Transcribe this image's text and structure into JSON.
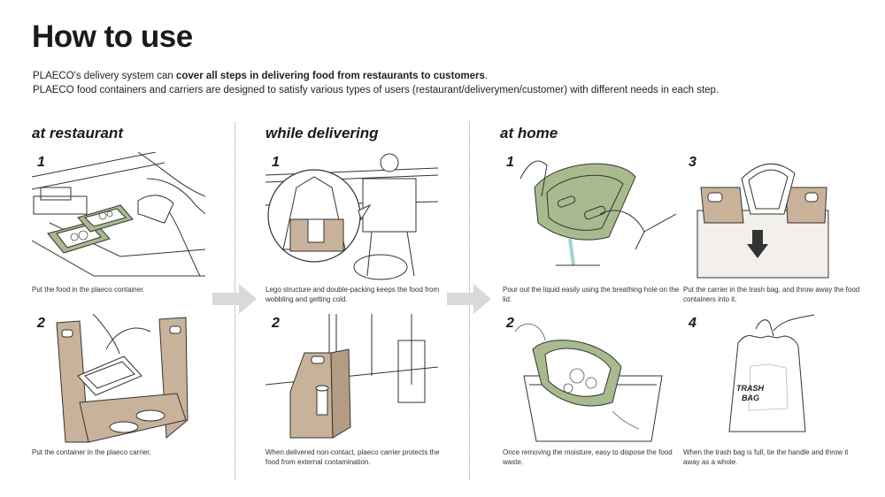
{
  "title": "How to use",
  "intro": {
    "line1_prefix": "PLAECO's delivery system can ",
    "line1_bold": "cover all steps in delivering food from restaurants to customers",
    "line1_suffix": ".",
    "line2": "PLAECO food containers and carriers are designed to satisfy various types of users (restaurant/deliverymen/customer) with different needs in each step."
  },
  "colors": {
    "container_green": "#a9bb8e",
    "carrier_tan": "#c8b29a",
    "liquid_blue": "#9fd3d6",
    "arrow_gray": "#d9d9d9"
  },
  "sections": [
    {
      "title": "at restaurant",
      "steps": [
        {
          "num": "1",
          "caption": "Put the food in the plaeco container."
        },
        {
          "num": "2",
          "caption": "Put the container in the plaeco carrier."
        }
      ]
    },
    {
      "title": "while delivering",
      "steps": [
        {
          "num": "1",
          "caption": "Lego structure and double-packing keeps the food from wobbling and getting cold."
        },
        {
          "num": "2",
          "caption": "When delivered non-contact, plaeco carrier protects the food from external contamination."
        }
      ]
    },
    {
      "title": "at home",
      "steps": [
        {
          "num": "1",
          "caption": "Pour out the liquid easily using the breathing hole on the lid."
        },
        {
          "num": "2",
          "caption": "Once removing the moisture, easy to dispose the food waste."
        },
        {
          "num": "3",
          "caption": "Put the carrier in the trash bag, and throw away the food containers into it."
        },
        {
          "num": "4",
          "caption": "When the trash bag is full, tie the handle and throw it away as a whole."
        }
      ]
    }
  ],
  "trash_bag_label": [
    "TRASH",
    "BAG"
  ]
}
